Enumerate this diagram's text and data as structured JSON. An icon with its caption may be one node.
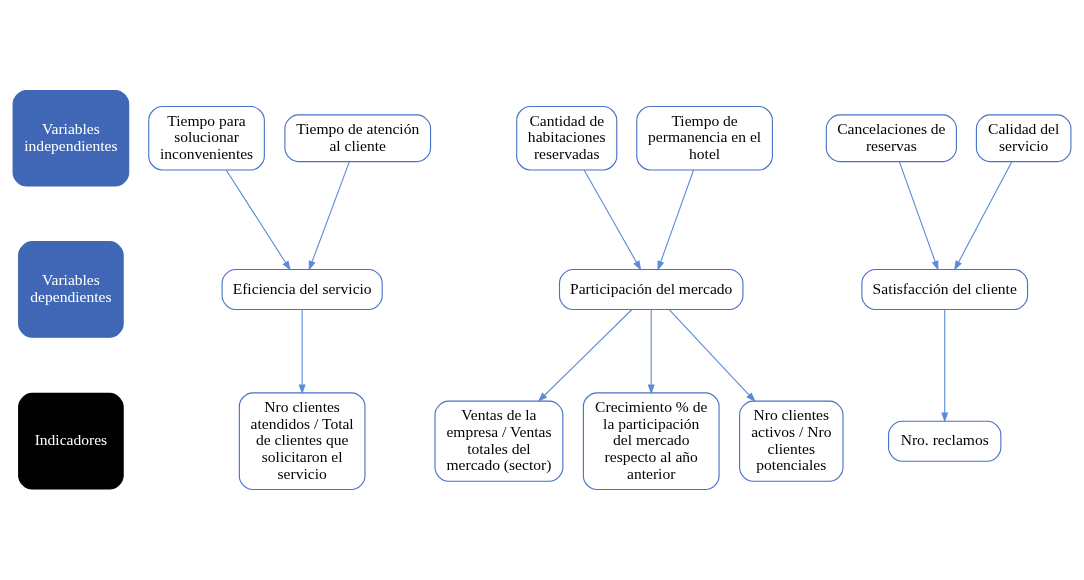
{
  "diagram": {
    "nodes": [
      {
        "text": [
          "Variables independientes"
        ]
      },
      {
        "text": [
          "Variables dependientes"
        ]
      },
      {
        "text": [
          "Indicadores"
        ]
      },
      {
        "text": [
          "Tiempo para solucionar inconvenientes"
        ]
      },
      {
        "text": [
          "Tiempo de atención al cliente"
        ]
      },
      {
        "text": [
          "Cantidad de habitaciones reservadas"
        ]
      },
      {
        "text": [
          "Tiempo de permanencia en el hotel"
        ]
      },
      {
        "text": [
          "Cancelaciones de reservas"
        ]
      },
      {
        "text": [
          "Calidad del servicio"
        ]
      },
      {
        "text": [
          "Eficiencia del servicio"
        ]
      },
      {
        "text": [
          "Participación del mercado"
        ]
      },
      {
        "text": [
          "Satisfacción del cliente"
        ]
      },
      {
        "text": [
          "Nro clientes atendidos / Total de clientes que solicitaron el servicio"
        ]
      },
      {
        "text": [
          "Ventas de la empresa / Ventas totales del mercado (sector)"
        ]
      },
      {
        "text": [
          "Crecimiento % de la participación del mercado respecto al año anterior"
        ]
      },
      {
        "text": [
          "Nro clientes activos / Nro clientes potenciales"
        ]
      },
      {
        "text": [
          "Nro. reclamos"
        ]
      }
    ],
    "edges": [
      {
        "from": 3,
        "to": 9,
        "arrow": "to"
      },
      {
        "from": 4,
        "to": 9,
        "arrow": "to"
      },
      {
        "from": 5,
        "to": 10,
        "arrow": "to"
      },
      {
        "from": 6,
        "to": 10,
        "arrow": "to"
      },
      {
        "from": 7,
        "to": 11,
        "arrow": "to"
      },
      {
        "from": 8,
        "to": 11,
        "arrow": "to"
      },
      {
        "from": 9,
        "to": 12,
        "arrow": "to"
      },
      {
        "from": 10,
        "to": 13,
        "arrow": "to"
      },
      {
        "from": 10,
        "to": 14,
        "arrow": "to"
      },
      {
        "from": 10,
        "to": 15,
        "arrow": "to"
      },
      {
        "from": 11,
        "to": 16,
        "arrow": "to"
      }
    ]
  }
}
